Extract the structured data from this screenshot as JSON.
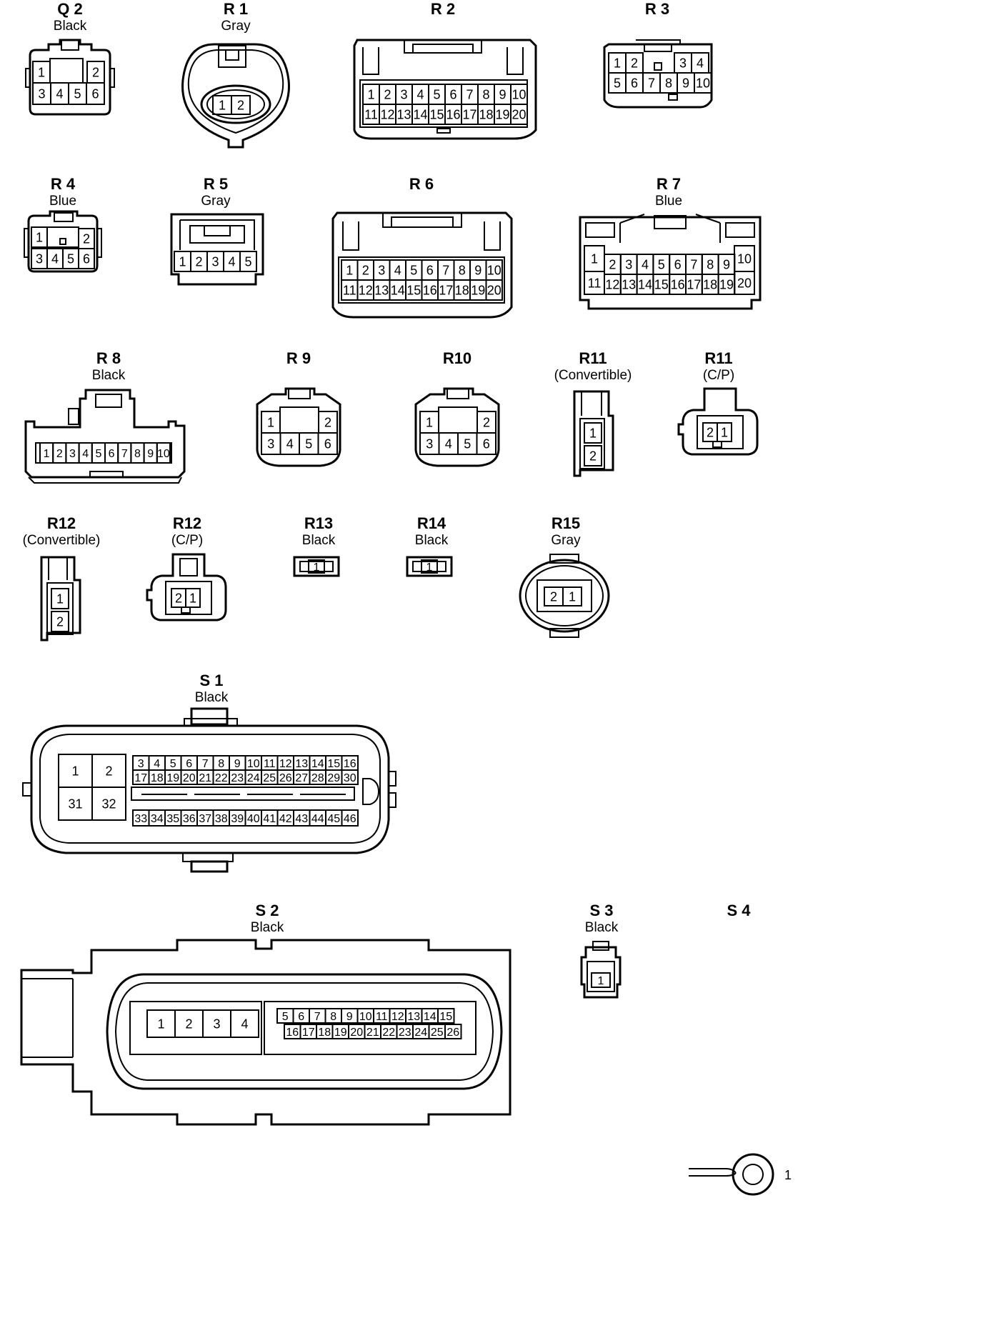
{
  "connectors": [
    {
      "id": "Q2",
      "title": "Q 2",
      "subtitle": "Black",
      "pins": [
        "1",
        "2",
        "3",
        "4",
        "5",
        "6"
      ]
    },
    {
      "id": "R1",
      "title": "R 1",
      "subtitle": "Gray",
      "pins": [
        "1",
        "2"
      ]
    },
    {
      "id": "R2",
      "title": "R 2",
      "subtitle": "",
      "pins": [
        "1",
        "2",
        "3",
        "4",
        "5",
        "6",
        "7",
        "8",
        "9",
        "10",
        "11",
        "12",
        "13",
        "14",
        "15",
        "16",
        "17",
        "18",
        "19",
        "20"
      ]
    },
    {
      "id": "R3",
      "title": "R 3",
      "subtitle": "",
      "pins": [
        "1",
        "2",
        "3",
        "4",
        "5",
        "6",
        "7",
        "8",
        "9",
        "10"
      ]
    },
    {
      "id": "R4",
      "title": "R 4",
      "subtitle": "Blue",
      "pins": [
        "1",
        "2",
        "3",
        "4",
        "5",
        "6"
      ]
    },
    {
      "id": "R5",
      "title": "R 5",
      "subtitle": "Gray",
      "pins": [
        "1",
        "2",
        "3",
        "4",
        "5"
      ]
    },
    {
      "id": "R6",
      "title": "R 6",
      "subtitle": "",
      "pins": [
        "1",
        "2",
        "3",
        "4",
        "5",
        "6",
        "7",
        "8",
        "9",
        "10",
        "11",
        "12",
        "13",
        "14",
        "15",
        "16",
        "17",
        "18",
        "19",
        "20"
      ]
    },
    {
      "id": "R7",
      "title": "R 7",
      "subtitle": "Blue",
      "pins": [
        "1",
        "2",
        "3",
        "4",
        "5",
        "6",
        "7",
        "8",
        "9",
        "10",
        "11",
        "12",
        "13",
        "14",
        "15",
        "16",
        "17",
        "18",
        "19",
        "20"
      ]
    },
    {
      "id": "R8",
      "title": "R 8",
      "subtitle": "Black",
      "pins": [
        "1",
        "2",
        "3",
        "4",
        "5",
        "6",
        "7",
        "8",
        "9",
        "10"
      ]
    },
    {
      "id": "R9",
      "title": "R 9",
      "subtitle": "",
      "pins": [
        "1",
        "2",
        "3",
        "4",
        "5",
        "6"
      ]
    },
    {
      "id": "R10",
      "title": "R10",
      "subtitle": "",
      "pins": [
        "1",
        "2",
        "3",
        "4",
        "5",
        "6"
      ]
    },
    {
      "id": "R11a",
      "title": "R11",
      "subtitle": "(Convertible)",
      "pins": [
        "1",
        "2"
      ]
    },
    {
      "id": "R11b",
      "title": "R11",
      "subtitle": "(C/P)",
      "pins": [
        "2",
        "1"
      ]
    },
    {
      "id": "R12a",
      "title": "R12",
      "subtitle": "(Convertible)",
      "pins": [
        "1",
        "2"
      ]
    },
    {
      "id": "R12b",
      "title": "R12",
      "subtitle": "(C/P)",
      "pins": [
        "2",
        "1"
      ]
    },
    {
      "id": "R13",
      "title": "R13",
      "subtitle": "Black",
      "pins": [
        "1"
      ]
    },
    {
      "id": "R14",
      "title": "R14",
      "subtitle": "Black",
      "pins": [
        "1"
      ]
    },
    {
      "id": "R15",
      "title": "R15",
      "subtitle": "Gray",
      "pins": [
        "2",
        "1"
      ]
    },
    {
      "id": "S1",
      "title": "S 1",
      "subtitle": "Black",
      "pins": [
        "1",
        "2",
        "31",
        "32",
        "3",
        "4",
        "5",
        "6",
        "7",
        "8",
        "9",
        "10",
        "11",
        "12",
        "13",
        "14",
        "15",
        "16",
        "17",
        "18",
        "19",
        "20",
        "21",
        "22",
        "23",
        "24",
        "25",
        "26",
        "27",
        "28",
        "29",
        "30",
        "33",
        "34",
        "35",
        "36",
        "37",
        "38",
        "39",
        "40",
        "41",
        "42",
        "43",
        "44",
        "45",
        "46"
      ]
    },
    {
      "id": "S2",
      "title": "S 2",
      "subtitle": "Black",
      "pins": [
        "1",
        "2",
        "3",
        "4",
        "5",
        "6",
        "7",
        "8",
        "9",
        "10",
        "11",
        "12",
        "13",
        "14",
        "15",
        "16",
        "17",
        "18",
        "19",
        "20",
        "21",
        "22",
        "23",
        "24",
        "25",
        "26"
      ]
    },
    {
      "id": "S3",
      "title": "S 3",
      "subtitle": "Black",
      "pins": [
        "1"
      ]
    },
    {
      "id": "S4",
      "title": "S 4",
      "subtitle": "",
      "pins": [
        "1"
      ]
    }
  ]
}
